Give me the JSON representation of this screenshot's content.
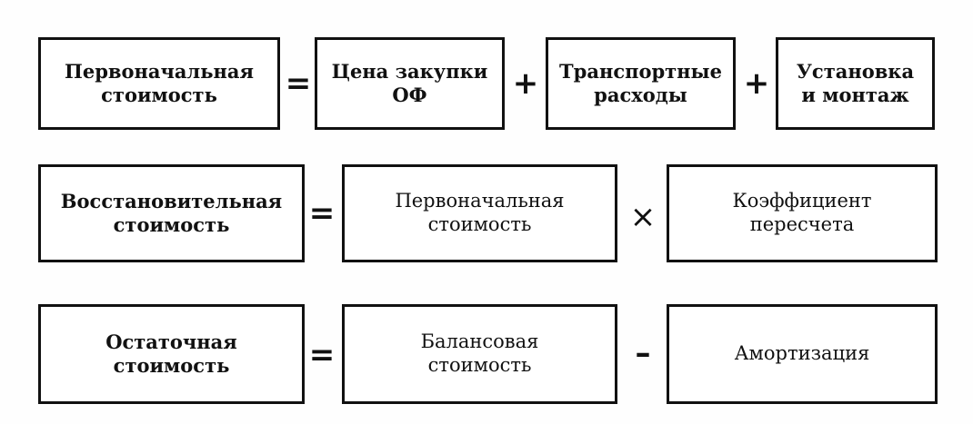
{
  "rows": [
    {
      "lhs": "Первоначальная\nстоимость",
      "op1": "=",
      "terms": [
        "Цена закупки\nОФ",
        "Транспортные\nрасходы",
        "Установка\nи монтаж"
      ],
      "ops": [
        "+",
        "+"
      ]
    },
    {
      "lhs": "Восстановительная\nстоимость",
      "op1": "=",
      "terms": [
        "Первоначальная\nстоимость",
        "Коэффициент\nпересчета"
      ],
      "ops": [
        "×"
      ]
    },
    {
      "lhs": "Остаточная\nстоимость",
      "op1": "=",
      "terms": [
        "Балансовая\nстоимость",
        "Амортизация"
      ],
      "ops": [
        "–"
      ]
    }
  ]
}
